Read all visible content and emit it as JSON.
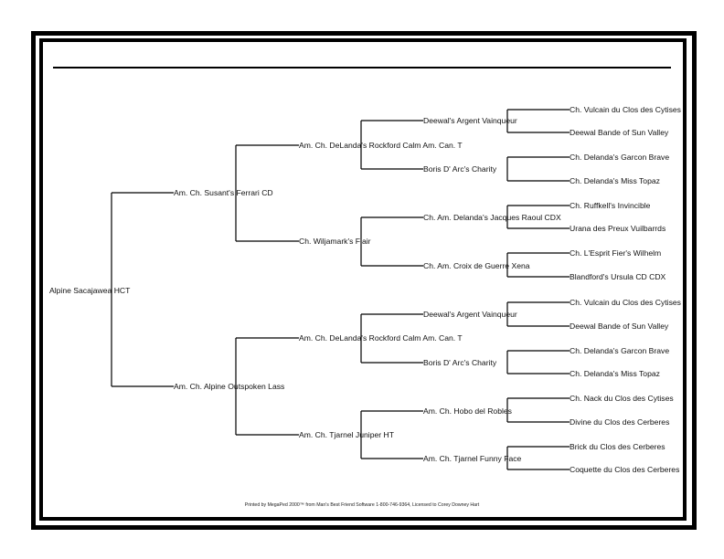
{
  "document": {
    "type": "pedigree",
    "footer": "Printed by MegaPed 2000™ from Man's Best Friend Software 1-800-746-9364, Licensed to Corey Downey Hart"
  },
  "pedigree": {
    "subject": "Alpine Sacajawea HCT",
    "gen1": [
      "Am. Ch. Susant's Ferrari CD",
      "Am. Ch. Alpine Outspoken Lass"
    ],
    "gen2": [
      "Am. Ch. DeLanda's Rockford Calm Am. Can. T",
      "Ch. Wiljamark's Flair",
      "Am. Ch. DeLanda's Rockford Calm Am. Can. T",
      "Am. Ch. Tjarnel Juniper HT"
    ],
    "gen3": [
      "Deewal's Argent Vainqueur",
      "Boris D' Arc's Charity",
      "Ch. Am. Delanda's Jacques Raoul CDX",
      "Ch. Am. Croix de Guerre Xena",
      "Deewal's Argent Vainqueur",
      "Boris D' Arc's Charity",
      "Am. Ch. Hobo del Robles",
      "Am. Ch. Tjarnel Funny Face"
    ],
    "gen4": [
      "Ch. Vulcain du Clos des Cytises",
      "Deewal Bande of Sun Valley",
      "Ch. Delanda's Garcon Brave",
      "Ch. Delanda's Miss Topaz",
      "Ch. Ruffkell's Invincible",
      "Urana des Preux Vuilbarrds",
      "Ch. L'Esprit Fier's Wilhelm",
      "Blandford's Ursula CD CDX",
      "Ch. Vulcain du Clos des Cytises",
      "Deewal Bande of Sun Valley",
      "Ch. Delanda's Garcon Brave",
      "Ch. Delanda's Miss Topaz",
      "Ch. Nack du Clos des Cytises",
      "Divine du Clos des Cerberes",
      "Brick du Clos des Cerberes",
      "Coquette du Clos des Cerberes"
    ]
  }
}
